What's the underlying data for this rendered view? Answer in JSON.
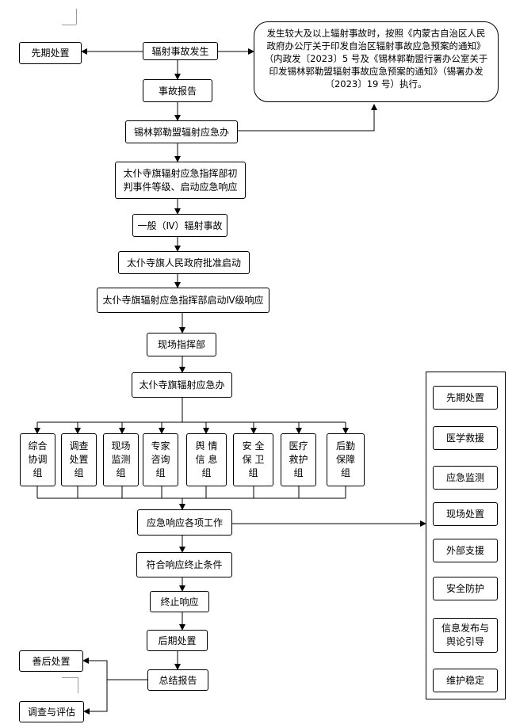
{
  "top_event": "辐射事故发生",
  "left_prior": "先期处置",
  "note": "发生较大及以上辐射事故时，按照《内蒙古自治区人民政府办公厅关于印发自治区辐射事故应急预案的通知》（内政发〔2023〕5 号及《锡林郭勒盟行署办公室关于印发锡林郭勒盟辐射事故应急预案的通知》（锡署办发〔2023〕19 号）执行。",
  "flow": {
    "report": "事故报告",
    "league_office": "锡林郭勒盟辐射应急办",
    "command_initial": "太仆寺旗辐射应急指挥部初\n判事件等级、启动应急响应",
    "general_accident": "一般（Ⅳ）辐射事故",
    "gov_approve": "太仆寺旗人民政府批准启动",
    "command_level4": "太仆寺旗辐射应急指挥部启动Ⅳ级响应",
    "field_command": "现场指挥部",
    "banner_office": "太仆寺旗辐射应急办",
    "response_work": "应急响应各项工作",
    "termination_condition": "符合响应终止条件",
    "terminate": "终止响应",
    "post_handling": "后期处置",
    "summary_report": "总结报告"
  },
  "groups": [
    "综合\n协调\n组",
    "调查\n处置\n组",
    "现场\n监测\n组",
    "专家\n咨询\n组",
    "舆 情\n信 息\n组",
    "安 全\n保 卫\n组",
    "医疗\n救护\n组",
    "后勤\n保障\n组"
  ],
  "right_tasks": [
    "先期处置",
    "医学救援",
    "应急监测",
    "现场处置",
    "外部支援",
    "安全防护",
    "信息发布与\n舆论引导",
    "维护稳定"
  ],
  "aftermath": "善后处置",
  "investigation": "调查与评估"
}
